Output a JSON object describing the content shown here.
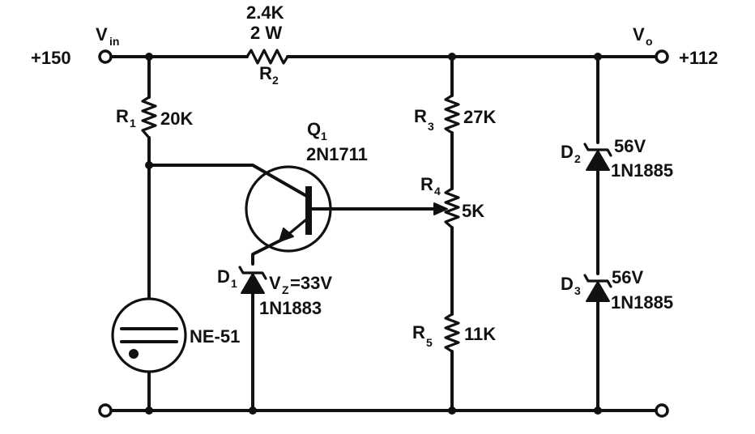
{
  "terminals": {
    "input_voltage": "+150",
    "input_name": "V",
    "input_sub": "in",
    "output_voltage": "+112",
    "output_name": "V",
    "output_sub": "o"
  },
  "components": {
    "R1": {
      "name": "R",
      "sub": "1",
      "value": "20K"
    },
    "R2": {
      "name": "R",
      "sub": "2",
      "value": "2.4K",
      "rating": "2 W"
    },
    "R3": {
      "name": "R",
      "sub": "3",
      "value": "27K"
    },
    "R4": {
      "name": "R",
      "sub": "4",
      "value": "5K"
    },
    "R5": {
      "name": "R",
      "sub": "5",
      "value": "11K"
    },
    "Q1": {
      "name": "Q",
      "sub": "1",
      "part": "2N1711"
    },
    "D1": {
      "name": "D",
      "sub": "1",
      "vz_name": "V",
      "vz_sub": "Z",
      "vz_value": "=33V",
      "part": "1N1883"
    },
    "D2": {
      "name": "D",
      "sub": "2",
      "value": "56V",
      "part": "1N1885"
    },
    "D3": {
      "name": "D",
      "sub": "3",
      "value": "56V",
      "part": "1N1885"
    },
    "NE": {
      "part": "NE-51"
    }
  }
}
